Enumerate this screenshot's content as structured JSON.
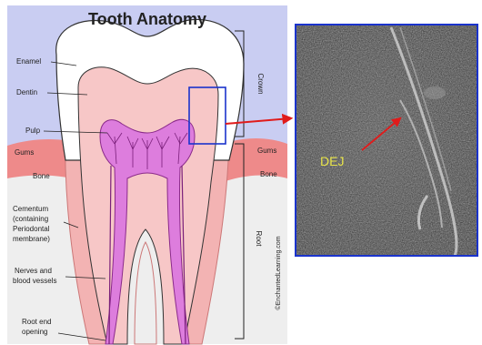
{
  "diagram": {
    "title": "Tooth Anatomy",
    "labels": {
      "enamel": "Enamel",
      "dentin": "Dentin",
      "pulp": "Pulp",
      "gums_left": "Gums",
      "gums_right": "Gums",
      "bone_left": "Bone",
      "bone_right": "Bone",
      "cementum_1": "Cementum",
      "cementum_2": "(containing",
      "cementum_3": "Periodontal",
      "cementum_4": "membrane)",
      "nerves_1": "Nerves and",
      "nerves_2": "blood vessels",
      "rootend_1": "Root end",
      "rootend_2": "opening"
    },
    "regions": {
      "crown": "Crown",
      "root": "Root"
    },
    "watermark": "©EnchantedLearning.com"
  },
  "micrograph": {
    "label": "DEJ"
  },
  "colors": {
    "background": "#c9cdf2",
    "enamel": "#ffffff",
    "dentin": "#f7c7c7",
    "pulp": "#dd7ddd",
    "gums": "#ee8a8a",
    "bone": "#eeeeee",
    "zoom_box": "#1a33cc",
    "arrow": "#e01b1b",
    "dej_label": "#e8e44a"
  }
}
